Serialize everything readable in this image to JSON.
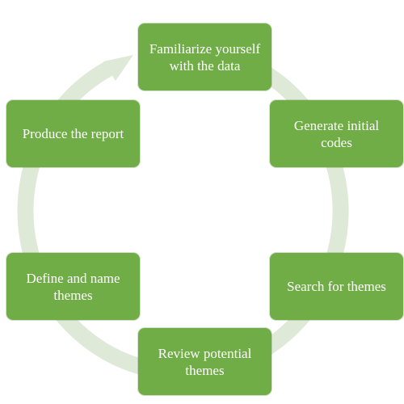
{
  "colors": {
    "box_fill": "#70ad47",
    "box_text": "#ffffff",
    "cycle_arrow": "#dfe9d8",
    "background": "#ffffff"
  },
  "cycle_arrow_icon": "circular-arrow",
  "steps": [
    {
      "label": "Familiarize yourself with the data"
    },
    {
      "label": "Generate initial codes"
    },
    {
      "label": "Search for themes"
    },
    {
      "label": "Review potential themes"
    },
    {
      "label": "Define and name themes"
    },
    {
      "label": "Produce the report"
    }
  ]
}
